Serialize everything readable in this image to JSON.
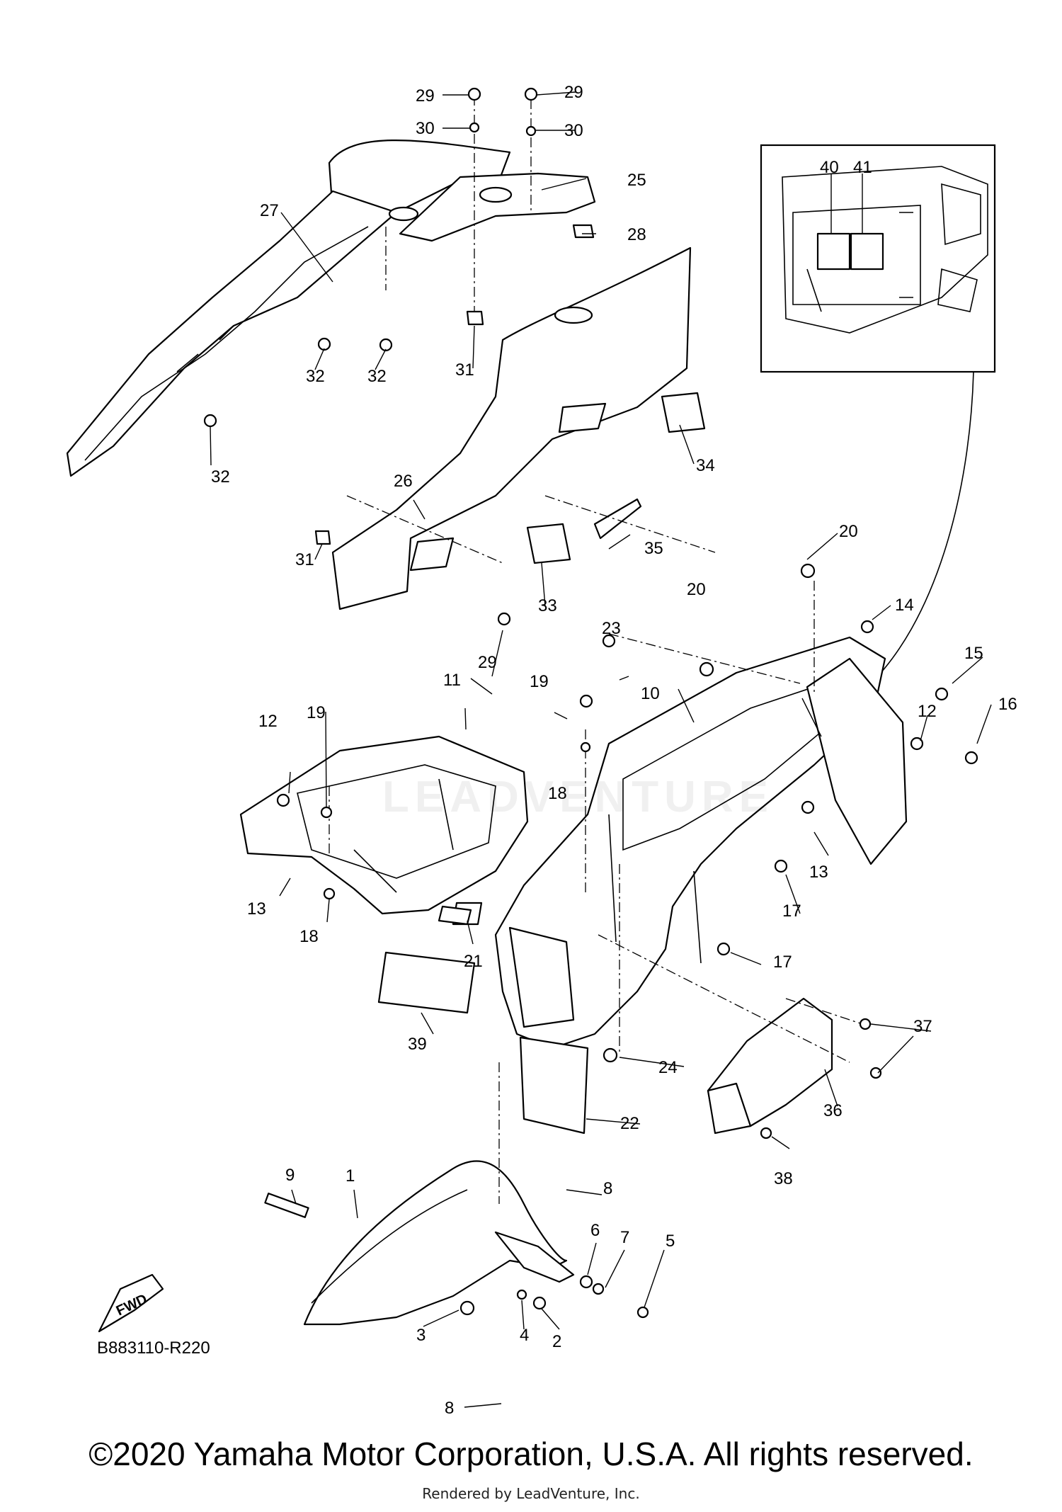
{
  "drawing_code": "B883110-R220",
  "copyright": "©2020 Yamaha Motor Corporation, U.S.A. All rights reserved.",
  "rendered_by": "Rendered by LeadVenture, Inc.",
  "watermark": "LEADVENTURE",
  "fwd_label": "FWD",
  "inset_labels": [
    "40",
    "41"
  ],
  "part_labels": [
    "1",
    "2",
    "3",
    "4",
    "5",
    "6",
    "7",
    "8",
    "9",
    "10",
    "11",
    "12",
    "13",
    "14",
    "15",
    "16",
    "17",
    "18",
    "19",
    "20",
    "21",
    "22",
    "23",
    "24",
    "25",
    "26",
    "27",
    "28",
    "29",
    "30",
    "31",
    "32",
    "33",
    "34",
    "35",
    "36",
    "37",
    "38",
    "39"
  ]
}
